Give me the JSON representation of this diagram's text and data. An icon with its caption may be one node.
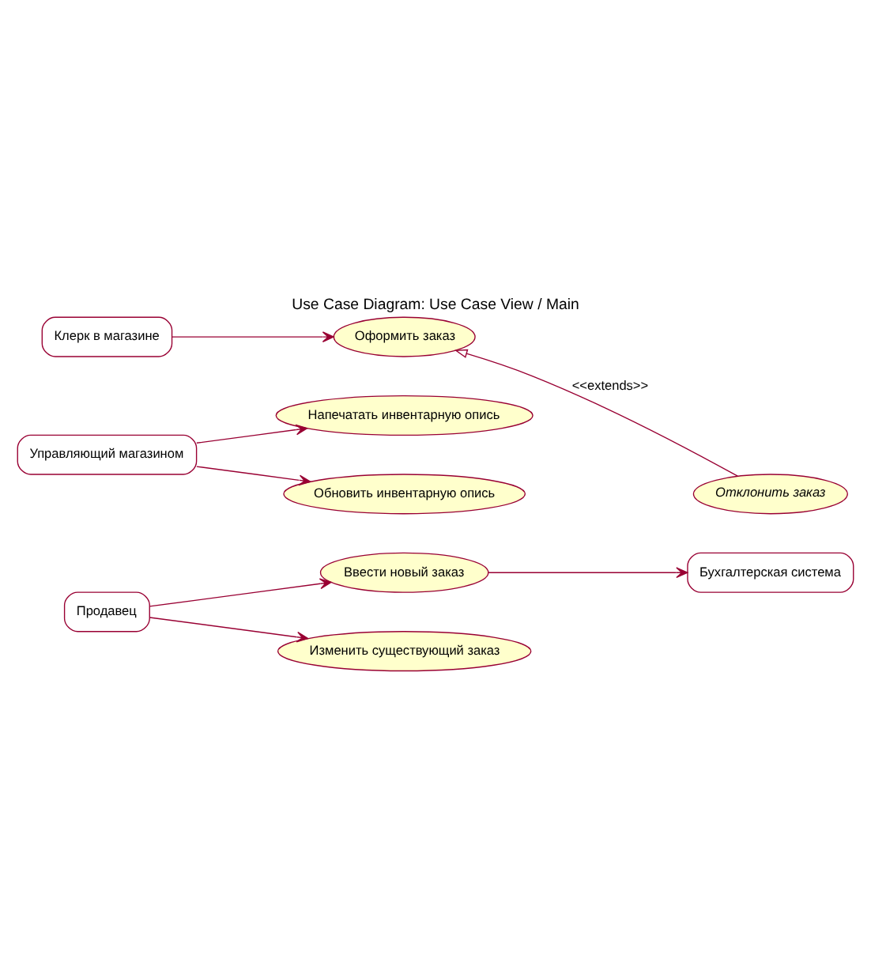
{
  "diagram": {
    "title": "Use Case Diagram: Use Case View / Main",
    "nodes": [
      {
        "text": [
          "Продавец"
        ]
      },
      {
        "text": [
          "Ввести новый заказ"
        ]
      },
      {
        "text": [
          "Бухгалтерская система"
        ]
      },
      {
        "text": [
          "Изменить существующий заказ"
        ]
      },
      {
        "text": [
          "Управляющий магазином"
        ]
      },
      {
        "text": [
          "Напечатать инвентарную опись"
        ]
      },
      {
        "text": [
          "Обновить инвентарную опись"
        ]
      },
      {
        "text": [
          "Оформить заказ"
        ]
      },
      {
        "text": [
          "Отклонить заказ"
        ]
      },
      {
        "text": [
          "Клерк в магазине"
        ]
      }
    ],
    "edges": [
      {
        "from": 0,
        "to": 1,
        "arrow": "to"
      },
      {
        "from": 1,
        "to": 2,
        "arrow": "to"
      },
      {
        "from": 0,
        "to": 3,
        "arrow": "to"
      },
      {
        "from": 4,
        "to": 5,
        "arrow": "to"
      },
      {
        "from": 4,
        "to": 6,
        "arrow": "to"
      },
      {
        "from": 8,
        "to": 7,
        "arrow": "to",
        "label": "<<extends>>"
      },
      {
        "from": 9,
        "to": 7,
        "arrow": "to"
      }
    ]
  }
}
